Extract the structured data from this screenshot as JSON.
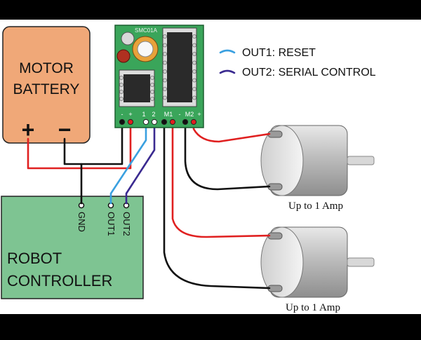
{
  "battery": {
    "title_line1": "MOTOR",
    "title_line2": "BATTERY",
    "plus": "+",
    "minus": "−"
  },
  "module": {
    "part_number": "SMC01A",
    "pin_labels": [
      "-",
      "+",
      "1",
      "2",
      "M1",
      "-",
      "M2",
      "+"
    ]
  },
  "legend": {
    "out1": "OUT1: RESET",
    "out2": "OUT2: SERIAL CONTROL",
    "out1_color": "#3aa0e0",
    "out2_color": "#3a2a90"
  },
  "controller": {
    "title_line1": "ROBOT",
    "title_line2": "CONTROLLER",
    "pins": [
      "GND",
      "OUT1",
      "OUT2"
    ]
  },
  "motors": [
    {
      "caption": "Up to 1 Amp"
    },
    {
      "caption": "Up to 1 Amp"
    }
  ],
  "colors": {
    "battery_fill": "#f0a878",
    "controller_fill": "#7ec492",
    "board_fill": "#3aa55a",
    "wire_red": "#e02020",
    "wire_black": "#111111"
  }
}
